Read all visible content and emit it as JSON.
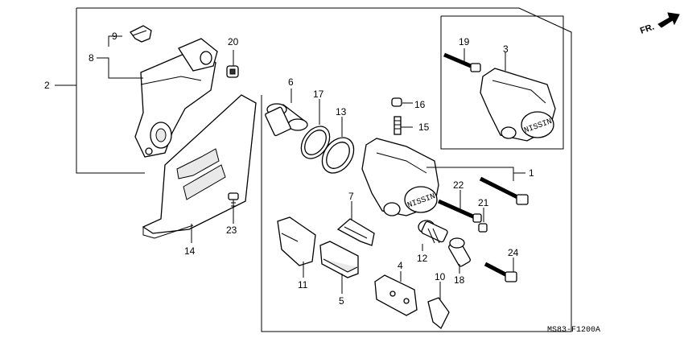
{
  "diagram": {
    "callouts": [
      "1",
      "2",
      "3",
      "4",
      "5",
      "6",
      "7",
      "8",
      "9",
      "10",
      "11",
      "12",
      "13",
      "14",
      "15",
      "16",
      "17",
      "18",
      "19",
      "20",
      "21",
      "22",
      "23",
      "24"
    ],
    "direction_label": "FR.",
    "diagram_code": "MS83-F1200A",
    "caliper_brand": "NISSIN"
  }
}
